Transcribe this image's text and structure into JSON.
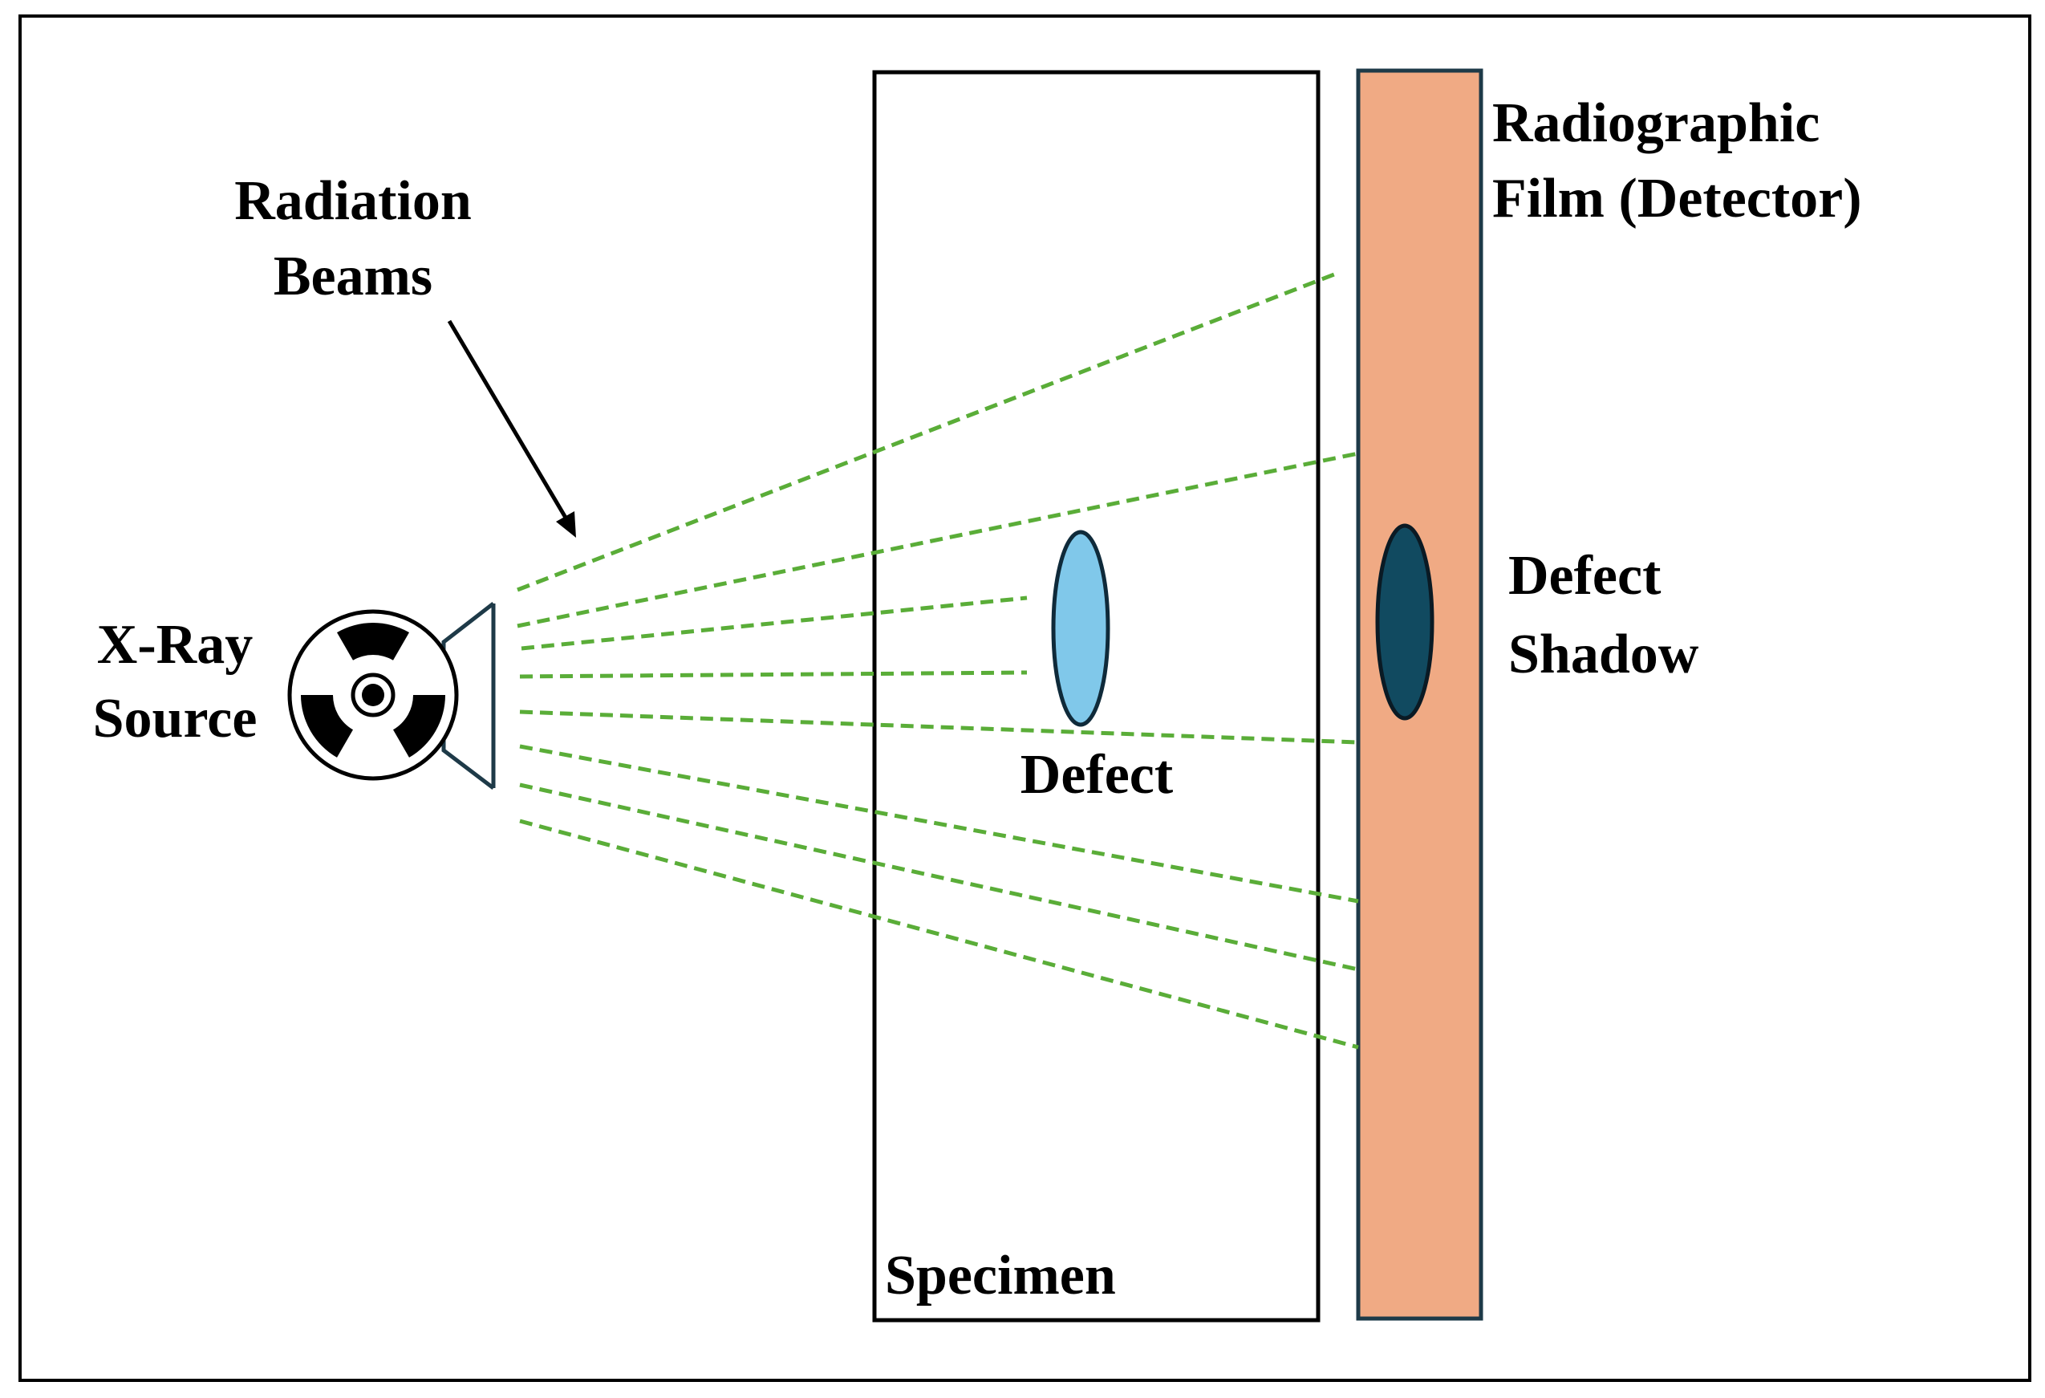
{
  "labels": {
    "radiation_beams_line1": "Radiation",
    "radiation_beams_line2": "Beams",
    "xray_source_line1": "X-Ray",
    "xray_source_line2": "Source",
    "film_line1": "Radiographic",
    "film_line2": "Film (Detector)",
    "defect": "Defect",
    "defect_shadow_line1": "Defect",
    "defect_shadow_line2": "Shadow",
    "specimen": "Specimen"
  },
  "colors": {
    "beam": "#5aad38",
    "film_fill": "#f0aa84",
    "film_stroke": "#1e3a48",
    "defect_fill": "#80c8ea",
    "defect_stroke": "#0f2a3a",
    "shadow_fill": "#114a60",
    "source_cone": "#1e3a48",
    "outline": "#000000"
  },
  "icons": {
    "source_symbol": "radiation-trefoil-icon"
  }
}
